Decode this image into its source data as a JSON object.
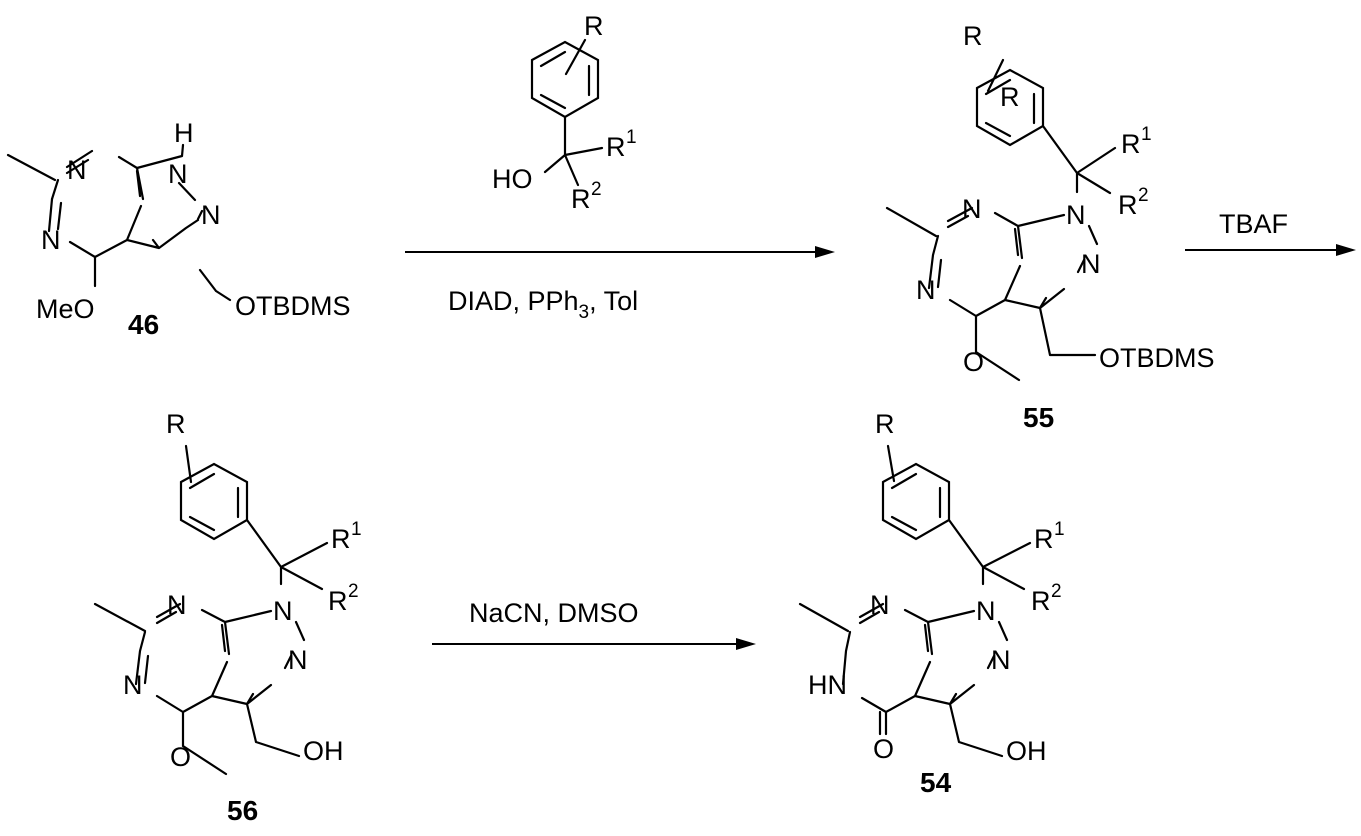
{
  "compounds": {
    "c46": {
      "id": "46",
      "labels": {
        "n_top": "N",
        "nh_h": "H",
        "nh_n": "N",
        "n_pyr": "N",
        "n_left": "N",
        "meo": "MeO",
        "side": "OTBDMS"
      }
    },
    "reagent": {
      "labels": {
        "r": "R",
        "ho": "HO",
        "r1": "R",
        "r1_sup": "1",
        "r2": "R",
        "r2_sup": "2"
      }
    },
    "c55": {
      "id": "55",
      "labels": {
        "r": "R",
        "r1": "R",
        "r1_sup": "1",
        "r2": "R",
        "r2_sup": "2",
        "n_top": "N",
        "n1": "N",
        "n2": "N",
        "n_left": "N",
        "o": "O",
        "side": "OTBDMS"
      }
    },
    "c56": {
      "id": "56",
      "labels": {
        "r": "R",
        "r1": "R",
        "r1_sup": "1",
        "r2": "R",
        "r2_sup": "2",
        "n_top": "N",
        "n1": "N",
        "n2": "N",
        "n_left": "N",
        "o": "O",
        "oh": "OH"
      }
    },
    "c54": {
      "id": "54",
      "labels": {
        "r": "R",
        "r1": "R",
        "r1_sup": "1",
        "r2": "R",
        "r2_sup": "2",
        "n_top": "N",
        "n1": "N",
        "n2": "N",
        "hn": "HN",
        "o": "O",
        "oh": "OH"
      }
    }
  },
  "arrows": {
    "step1": {
      "text": "DIAD, PPh",
      "sub": "3",
      "tail": ", Tol"
    },
    "step2": {
      "text": "TBAF"
    },
    "step3": {
      "text": "NaCN, DMSO"
    }
  }
}
